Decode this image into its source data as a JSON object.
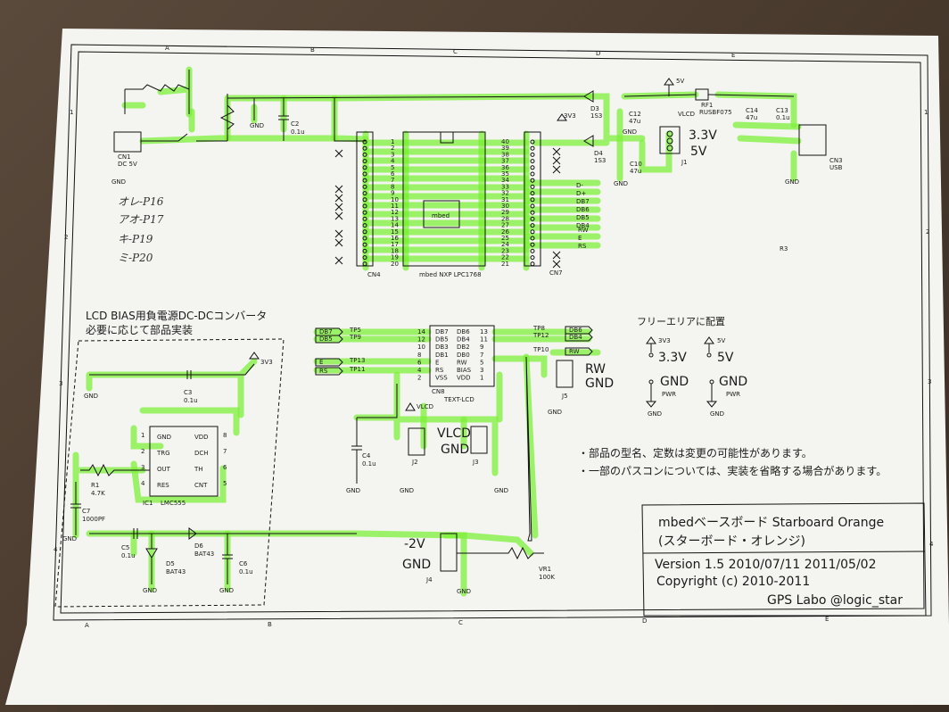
{
  "frame": {
    "col_letters_top": [
      "A",
      "B",
      "C",
      "D",
      "E"
    ],
    "col_letters_bottom": [
      "A",
      "B",
      "C",
      "D",
      "E"
    ],
    "row_numbers_left": [
      "1",
      "2",
      "3",
      "4"
    ],
    "row_numbers_right": [
      "1",
      "2",
      "3",
      "4"
    ]
  },
  "power_section": {
    "cn1_label": "CN1",
    "cn1_sub": "DC 5V",
    "gnd": "GND",
    "c2_label": "C2",
    "c2_value": "0.1u",
    "d3_label": "D3",
    "d3_value": "1S3",
    "d4_label": "D4",
    "d4_value": "1S3",
    "c12_label": "C12",
    "c12_value": "47u",
    "c10_label": "C10",
    "c10_value": "47u",
    "rf1_label": "RF1",
    "rf1_value": "RUSBF075",
    "c14_label": "C14",
    "c14_value": "47u",
    "c13_label": "C13",
    "c13_value": "0.1u",
    "net_5v": "5V",
    "net_3v3": "3V3",
    "net_vlcd": "VLCD",
    "j1_label": "J1",
    "j1_opt1": "3.3V",
    "j1_opt2": "5V",
    "cn3_label": "CN3",
    "cn3_sub": "USB"
  },
  "mbed": {
    "label": "mbed",
    "title": "mbed NXP LPC1768",
    "cn4": "CN4",
    "cn7": "CN7",
    "left_pins": [
      "1",
      "2",
      "3",
      "4",
      "5",
      "6",
      "7",
      "8",
      "9",
      "10",
      "11",
      "12",
      "13",
      "14",
      "15",
      "16",
      "17",
      "18",
      "19",
      "20"
    ],
    "right_pins": [
      "40",
      "39",
      "38",
      "37",
      "36",
      "35",
      "34",
      "33",
      "32",
      "31",
      "30",
      "29",
      "28",
      "27",
      "26",
      "25",
      "24",
      "23",
      "22",
      "21"
    ],
    "right_signals": [
      "D-",
      "D+",
      "DB7",
      "DB6",
      "DB5",
      "DB4",
      "RW",
      "E",
      "RS"
    ]
  },
  "handwritten_notes": [
    "オレ-P16",
    "アオ-P17",
    "キ-P19",
    "ミ-P20"
  ],
  "dcdc": {
    "title_line1": "LCD BIAS用負電源DC-DCコンバータ",
    "title_line2": "必要に応じて部品実装",
    "net_3v3": "3V3",
    "c3_label": "C3",
    "c3_value": "0.1u",
    "ic1_label": "IC1",
    "ic1_part": "LMC555",
    "ic_pins_left": [
      "GND",
      "TRG",
      "OUT",
      "RES"
    ],
    "ic_pins_right": [
      "VDD",
      "DCH",
      "TH",
      "CNT"
    ],
    "ic_pin_nums_left": [
      "1",
      "2",
      "3",
      "4"
    ],
    "ic_pin_nums_right": [
      "8",
      "7",
      "6",
      "5"
    ],
    "r1_label": "R1",
    "r1_value": "4.7K",
    "c7_label": "C7",
    "c7_value": "1000PF",
    "c5_label": "C5",
    "c5_value": "0.1u",
    "d5_label": "D5",
    "d5_value": "BAT43",
    "d6_label": "D6",
    "d6_value": "BAT43",
    "c6_label": "C6",
    "c6_value": "0.1u",
    "gnd": "GND"
  },
  "lcd": {
    "cn8_label": "CN8",
    "cn8_sub": "TEXT-LCD",
    "pins_left": [
      "DB7",
      "DB5",
      "DB3",
      "DB1",
      "E",
      "RS",
      "VSS"
    ],
    "pins_left_nums": [
      "14",
      "12",
      "10",
      "8",
      "6",
      "4",
      "2"
    ],
    "pins_right": [
      "DB6",
      "DB4",
      "DB2",
      "DB0",
      "RW",
      "BIAS",
      "VDD"
    ],
    "pins_right_nums": [
      "13",
      "11",
      "9",
      "7",
      "5",
      "3",
      "1"
    ],
    "left_nets": [
      "DB7",
      "DB5",
      "E",
      "RS"
    ],
    "left_tps": [
      "TP5",
      "TP9",
      "TP13",
      "TP11"
    ],
    "right_nets": [
      "DB6",
      "DB4",
      "RW"
    ],
    "right_tps": [
      "TP8",
      "TP12",
      "TP10"
    ],
    "c4_label": "C4",
    "c4_value": "0.1u",
    "vlcd": "VLCD",
    "j2_label": "J2",
    "j3_label": "J3",
    "j3_opt1": "VLCD",
    "j3_opt2": "GND",
    "j5_label": "J5",
    "j5_opt1": "RW",
    "j5_opt2": "GND",
    "j4_label": "J4",
    "j4_opt1": "-2V",
    "j4_opt2": "GND",
    "vr1_label": "VR1",
    "vr1_value": "100K",
    "gnd": "GND"
  },
  "free_area": {
    "title": "フリーエリアに配置",
    "v3v3_small": "3V3",
    "v3v3_big": "3.3V",
    "v5_small": "5V",
    "v5_big": "5V",
    "gnd_big": "GND",
    "pwr": "PWR",
    "gnd_small": "GND",
    "r3": "R3"
  },
  "notes": [
    "・部品の型名、定数は変更の可能性があります。",
    "・一部のパスコンについては、実装を省略する場合があります。"
  ],
  "title_block": {
    "name": "mbedベースボード  Starboard Orange",
    "name_sub": "(スターボード・オレンジ)",
    "version": "Version 1.5 2010/07/11 2011/05/02",
    "copyright": "Copyright (c) 2010-2011",
    "author": "GPS Labo @logic_star"
  },
  "colors": {
    "highlighter": "#7ef03a",
    "paper": "#f4f4f1",
    "ink": "#111111",
    "background": "#4e3f32"
  }
}
